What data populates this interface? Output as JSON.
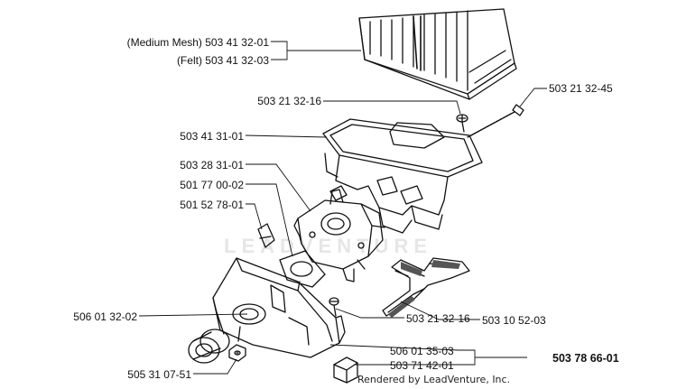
{
  "labels": {
    "filter_mesh": "(Medium Mesh) 503 41 32-01",
    "filter_felt": "(Felt) 503 41 32-03",
    "screw_top": "503 21 32-16",
    "bolt_long": "503 21 32-45",
    "filter_base": "503 41 31-01",
    "carburetor": "503 28 31-01",
    "gasket": "501 77 00-02",
    "clip": "501 52 78-01",
    "intake_housing": "506 01 32-02",
    "nut": "505 31 07-51",
    "screw_bottom": "503 21 32-16",
    "throttle_rod": "503 10 52-03",
    "plug_a": "506 01 35-03",
    "plug_b": "503 71 42-01",
    "assembly": "503 78 66-01"
  },
  "credit": "Rendered by LeadVenture, Inc.",
  "watermark": "LEADVENTURE",
  "colors": {
    "line": "#111111",
    "shade": "#555555",
    "watermark": "#e6e6e6"
  }
}
